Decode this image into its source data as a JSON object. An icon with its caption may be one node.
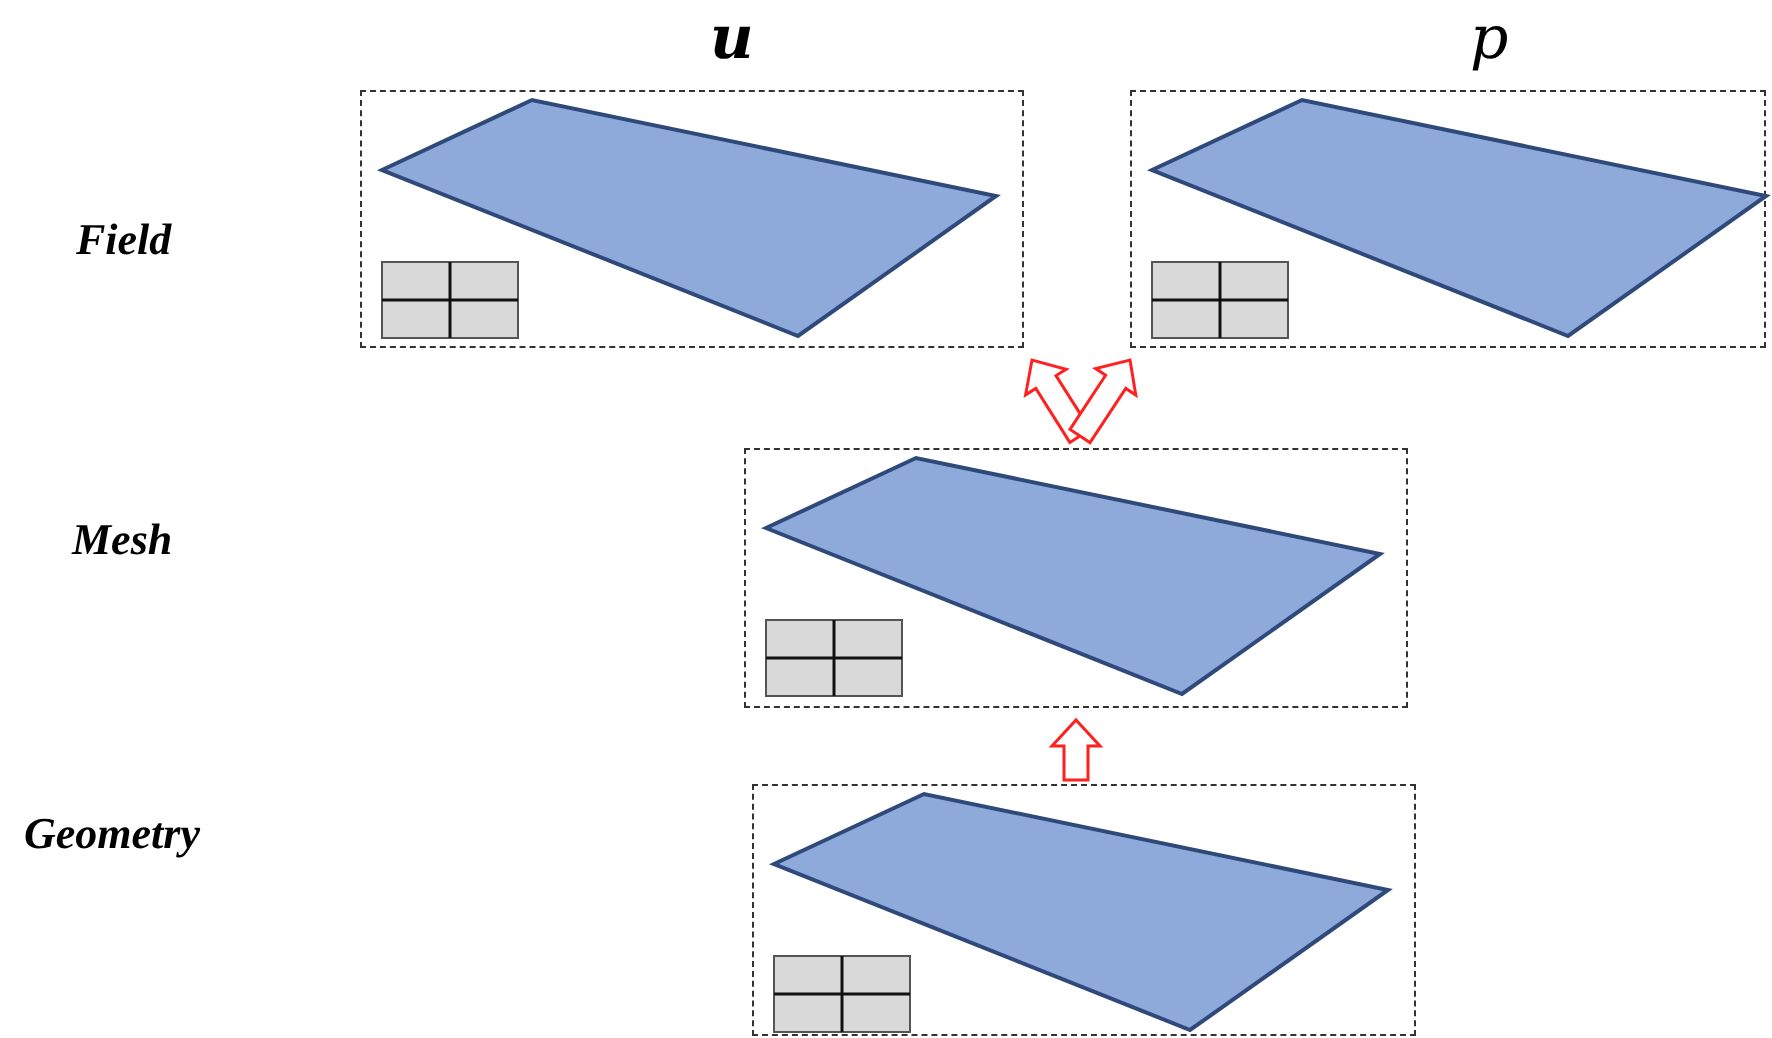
{
  "diagram": {
    "nodes": [
      {
        "text": [
          "u"
        ]
      },
      {
        "text": [
          "p"
        ]
      },
      {
        "text": [],
        "shape": "box"
      },
      {
        "text": [],
        "shape": "box"
      }
    ],
    "edges": [
      {
        "from": 3,
        "to": 2,
        "arrow": "to"
      },
      {
        "from": 2,
        "to": 0,
        "arrow": "to"
      },
      {
        "from": 2,
        "to": 1,
        "arrow": "to"
      }
    ],
    "labels": [
      "Field",
      "Mesh",
      "Geometry"
    ]
  }
}
